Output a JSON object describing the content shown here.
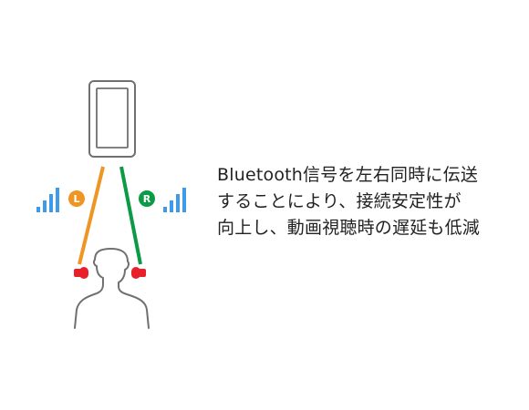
{
  "caption": {
    "lines": [
      "Bluetooth信号を左右同時に伝送",
      "することにより、接続安定性が",
      "向上し、動画視聴時の遅延も低減"
    ]
  },
  "badges": {
    "left": "L",
    "right": "R"
  },
  "colors": {
    "left_channel": "#EE9523",
    "right_channel": "#0C9A46",
    "signal_bars": "#3D9BE9",
    "earbuds": "#E8202A",
    "outline": "#707070"
  },
  "icons": {
    "device": "smartphone-icon",
    "signal": "signal-bars-icon",
    "person": "person-silhouette-icon",
    "earbud": "earbud-icon"
  }
}
